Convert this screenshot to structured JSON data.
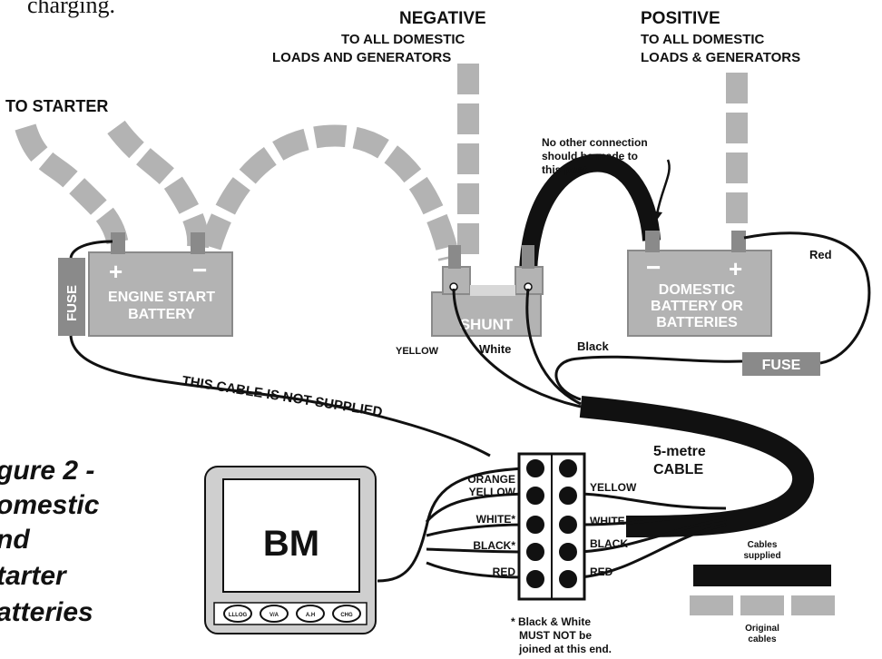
{
  "top_text": "charging.",
  "labels": {
    "negative_title": "NEGATIVE",
    "negative_sub1": "TO ALL DOMESTIC",
    "negative_sub2": "LOADS AND GENERATORS",
    "positive_title": "POSITIVE",
    "positive_sub1": "TO ALL DOMESTIC",
    "positive_sub2": "LOADS & GENERATORS",
    "to_starter": "TO STARTER",
    "note_l1": "No other connection",
    "note_l2": "should be made to",
    "note_l3": "this post",
    "red": "Red",
    "black": "Black",
    "white": "White",
    "yellow_left": "YELLOW",
    "fuse_left": "FUSE",
    "fuse_right": "FUSE",
    "cable_not_supplied": "THIS CABLE IS NOT SUPPLIED",
    "five_metre_1": "5-metre",
    "five_metre_2": "CABLE"
  },
  "engine_battery": {
    "plus": "+",
    "minus": "−",
    "line1": "ENGINE START",
    "line2": "BATTERY"
  },
  "domestic_battery": {
    "minus": "−",
    "plus": "+",
    "line1": "DOMESTIC",
    "line2": "BATTERY OR",
    "line3": "BATTERIES"
  },
  "shunt_label": "SHUNT",
  "terminal_labels": {
    "left_orange": "ORANGE",
    "left_yellow": "YELLOW",
    "left_white": "WHITE*",
    "left_black": "BLACK*",
    "left_red": "RED",
    "right_yellow": "YELLOW",
    "right_white": "WHITE",
    "right_black": "BLACK",
    "right_red": "RED"
  },
  "footnote": {
    "l1": "* Black & White",
    "l2": "MUST NOT be",
    "l3": "joined at this end."
  },
  "legend": {
    "supplied_1": "Cables",
    "supplied_2": "supplied",
    "original_1": "Original",
    "original_2": "cables"
  },
  "meter": {
    "display": "BM",
    "buttons": [
      "LLLOG",
      "V/A",
      "A.H",
      "CHG"
    ]
  },
  "figure_caption": [
    "gure 2 -",
    "omestic",
    "nd",
    "tarter",
    "atteries"
  ],
  "colors": {
    "ink": "#111111",
    "gray": "#b3b3b3",
    "dark_gray": "#8a8a8a",
    "panel": "#cfcfcf"
  }
}
